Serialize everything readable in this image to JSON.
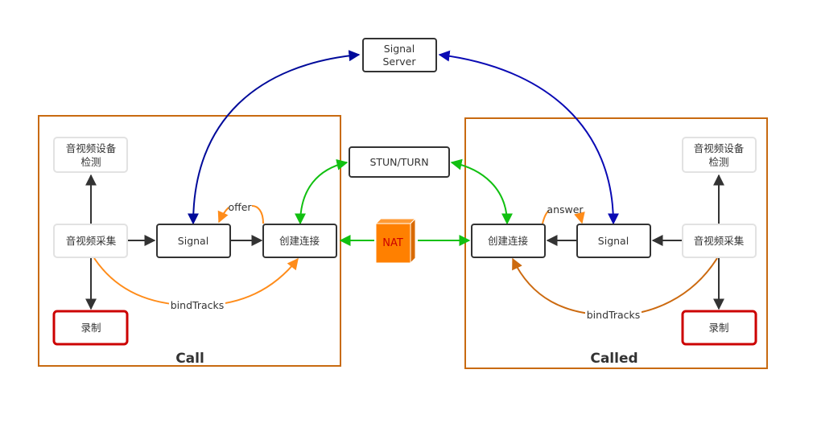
{
  "colors": {
    "group_border": "#c86a10",
    "node_border_dark": "#333333",
    "node_border_light": "#e2e2e2",
    "record_border": "#cc0000",
    "signal_link": "#0a0ab4",
    "ice_link": "#11c011",
    "offer_link": "#ff8c1a",
    "called_bind_link": "#cc6a10",
    "flow_arrow": "#333333",
    "nat_fill": "#ff8000",
    "nat_text": "#cc0000"
  },
  "groups": {
    "call": {
      "title": "Call"
    },
    "called": {
      "title": "Called"
    }
  },
  "nodes": {
    "signal_server": {
      "lines": [
        "Signal",
        "Server"
      ]
    },
    "stun_turn": {
      "lines": [
        "STUN/TURN"
      ]
    },
    "nat": {
      "lines": [
        "NAT"
      ]
    },
    "call_device_check": {
      "lines": [
        "音视频设备",
        "检测"
      ]
    },
    "call_capture": {
      "lines": [
        "音视频采集"
      ]
    },
    "call_signal": {
      "lines": [
        "Signal"
      ]
    },
    "call_connect": {
      "lines": [
        "创建连接"
      ]
    },
    "call_record": {
      "lines": [
        "录制"
      ]
    },
    "called_device_check": {
      "lines": [
        "音视频设备",
        "检测"
      ]
    },
    "called_capture": {
      "lines": [
        "音视频采集"
      ]
    },
    "called_signal": {
      "lines": [
        "Signal"
      ]
    },
    "called_connect": {
      "lines": [
        "创建连接"
      ]
    },
    "called_record": {
      "lines": [
        "录制"
      ]
    }
  },
  "edges": {
    "offer": {
      "label": "offer"
    },
    "answer": {
      "label": "answer"
    },
    "call_bind": {
      "label": "bindTracks"
    },
    "called_bind": {
      "label": "bindTracks"
    }
  }
}
